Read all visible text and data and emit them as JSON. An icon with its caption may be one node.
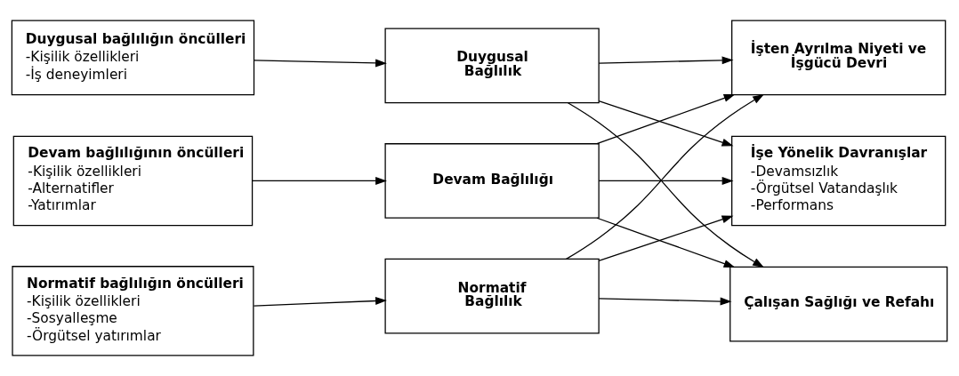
{
  "diagram": {
    "nodes": [
      {
        "text": [
          "Duygusal bağlılığın öncülleri",
          "-Kişilik özellikleri",
          "-İş deneyimleri"
        ]
      },
      {
        "text": [
          "Devam bağlılığının öncülleri",
          "-Kişilik özellikleri",
          "-Alternatifler",
          "-Yatırımlar"
        ]
      },
      {
        "text": [
          "Normatif bağlılığın öncülleri",
          "-Kişilik özellikleri",
          "-Sosyalleşme",
          "-Örgütsel yatırımlar"
        ]
      },
      {
        "text": [
          "Duygusal Bağlılık"
        ]
      },
      {
        "text": [
          "Devam Bağlılığı"
        ]
      },
      {
        "text": [
          "Normatif Bağlılık"
        ]
      },
      {
        "text": [
          "İşten Ayrılma Niyeti ve İşgücü Devri"
        ]
      },
      {
        "text": [
          "İşe Yönelik Davranışlar",
          "-Devamsızlık",
          "-Örgütsel Vatandaşlık",
          "-Performans"
        ]
      },
      {
        "text": [
          "Çalışan Sağlığı ve Refahı"
        ]
      }
    ],
    "edges": [
      {
        "from": 0,
        "to": 3,
        "arrow": "to"
      },
      {
        "from": 1,
        "to": 4,
        "arrow": "to"
      },
      {
        "from": 2,
        "to": 5,
        "arrow": "to"
      },
      {
        "from": 3,
        "to": 6,
        "arrow": "to"
      },
      {
        "from": 3,
        "to": 7,
        "arrow": "to"
      },
      {
        "from": 3,
        "to": 8,
        "arrow": "to"
      },
      {
        "from": 4,
        "to": 6,
        "arrow": "to"
      },
      {
        "from": 4,
        "to": 7,
        "arrow": "to"
      },
      {
        "from": 4,
        "to": 8,
        "arrow": "to"
      },
      {
        "from": 5,
        "to": 6,
        "arrow": "to"
      },
      {
        "from": 5,
        "to": 7,
        "arrow": "to"
      },
      {
        "from": 5,
        "to": 8,
        "arrow": "to"
      }
    ]
  }
}
